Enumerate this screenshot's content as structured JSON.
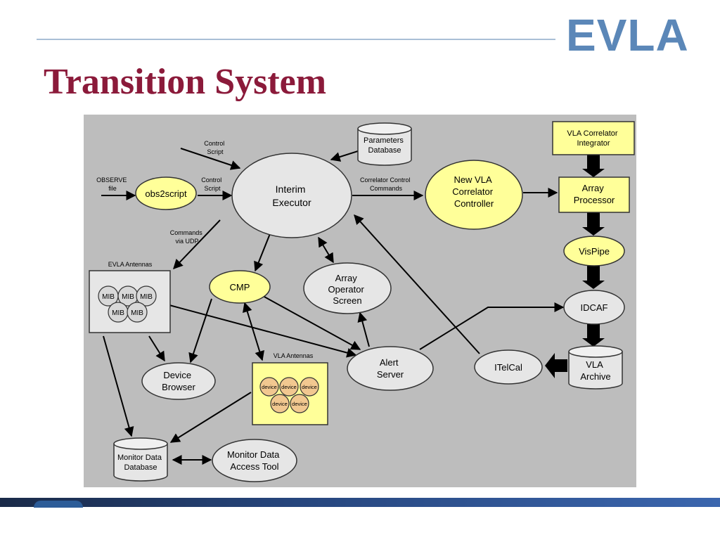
{
  "header": {
    "logo": "EVLA",
    "title": "Transition System"
  },
  "diagram": {
    "labels": {
      "control_script_top": [
        "Control",
        "Script"
      ],
      "observe_file": [
        "OBSERVE",
        "file"
      ],
      "control_script_mid": [
        "Control",
        "Script"
      ],
      "commands_udp": [
        "Commands",
        "via UDP"
      ],
      "correlator_control": [
        "Correlator Control",
        "Commands"
      ],
      "evla_antennas": "EVLA Antennas",
      "vla_antennas": "VLA Antennas"
    },
    "nodes": {
      "interim_executor": [
        "Interim",
        "Executor"
      ],
      "obs2script": "obs2script",
      "parameters_db": [
        "Parameters",
        "Database"
      ],
      "new_vla_controller": [
        "New VLA",
        "Correlator",
        "Controller"
      ],
      "vla_integrator": [
        "VLA Correlator",
        "Integrator"
      ],
      "array_processor": [
        "Array",
        "Processor"
      ],
      "vispipe": "VisPipe",
      "idcaf": "IDCAF",
      "vla_archive": [
        "VLA",
        "Archive"
      ],
      "itelcal": "ITelCal",
      "alert_server": [
        "Alert",
        "Server"
      ],
      "array_operator_screen": [
        "Array",
        "Operator",
        "Screen"
      ],
      "cmp": "CMP",
      "device_browser": [
        "Device",
        "Browser"
      ],
      "monitor_db": [
        "Monitor Data",
        "Database"
      ],
      "monitor_tool": [
        "Monitor Data",
        "Access Tool"
      ]
    },
    "mib_label": "MIB",
    "device_label": "device"
  }
}
